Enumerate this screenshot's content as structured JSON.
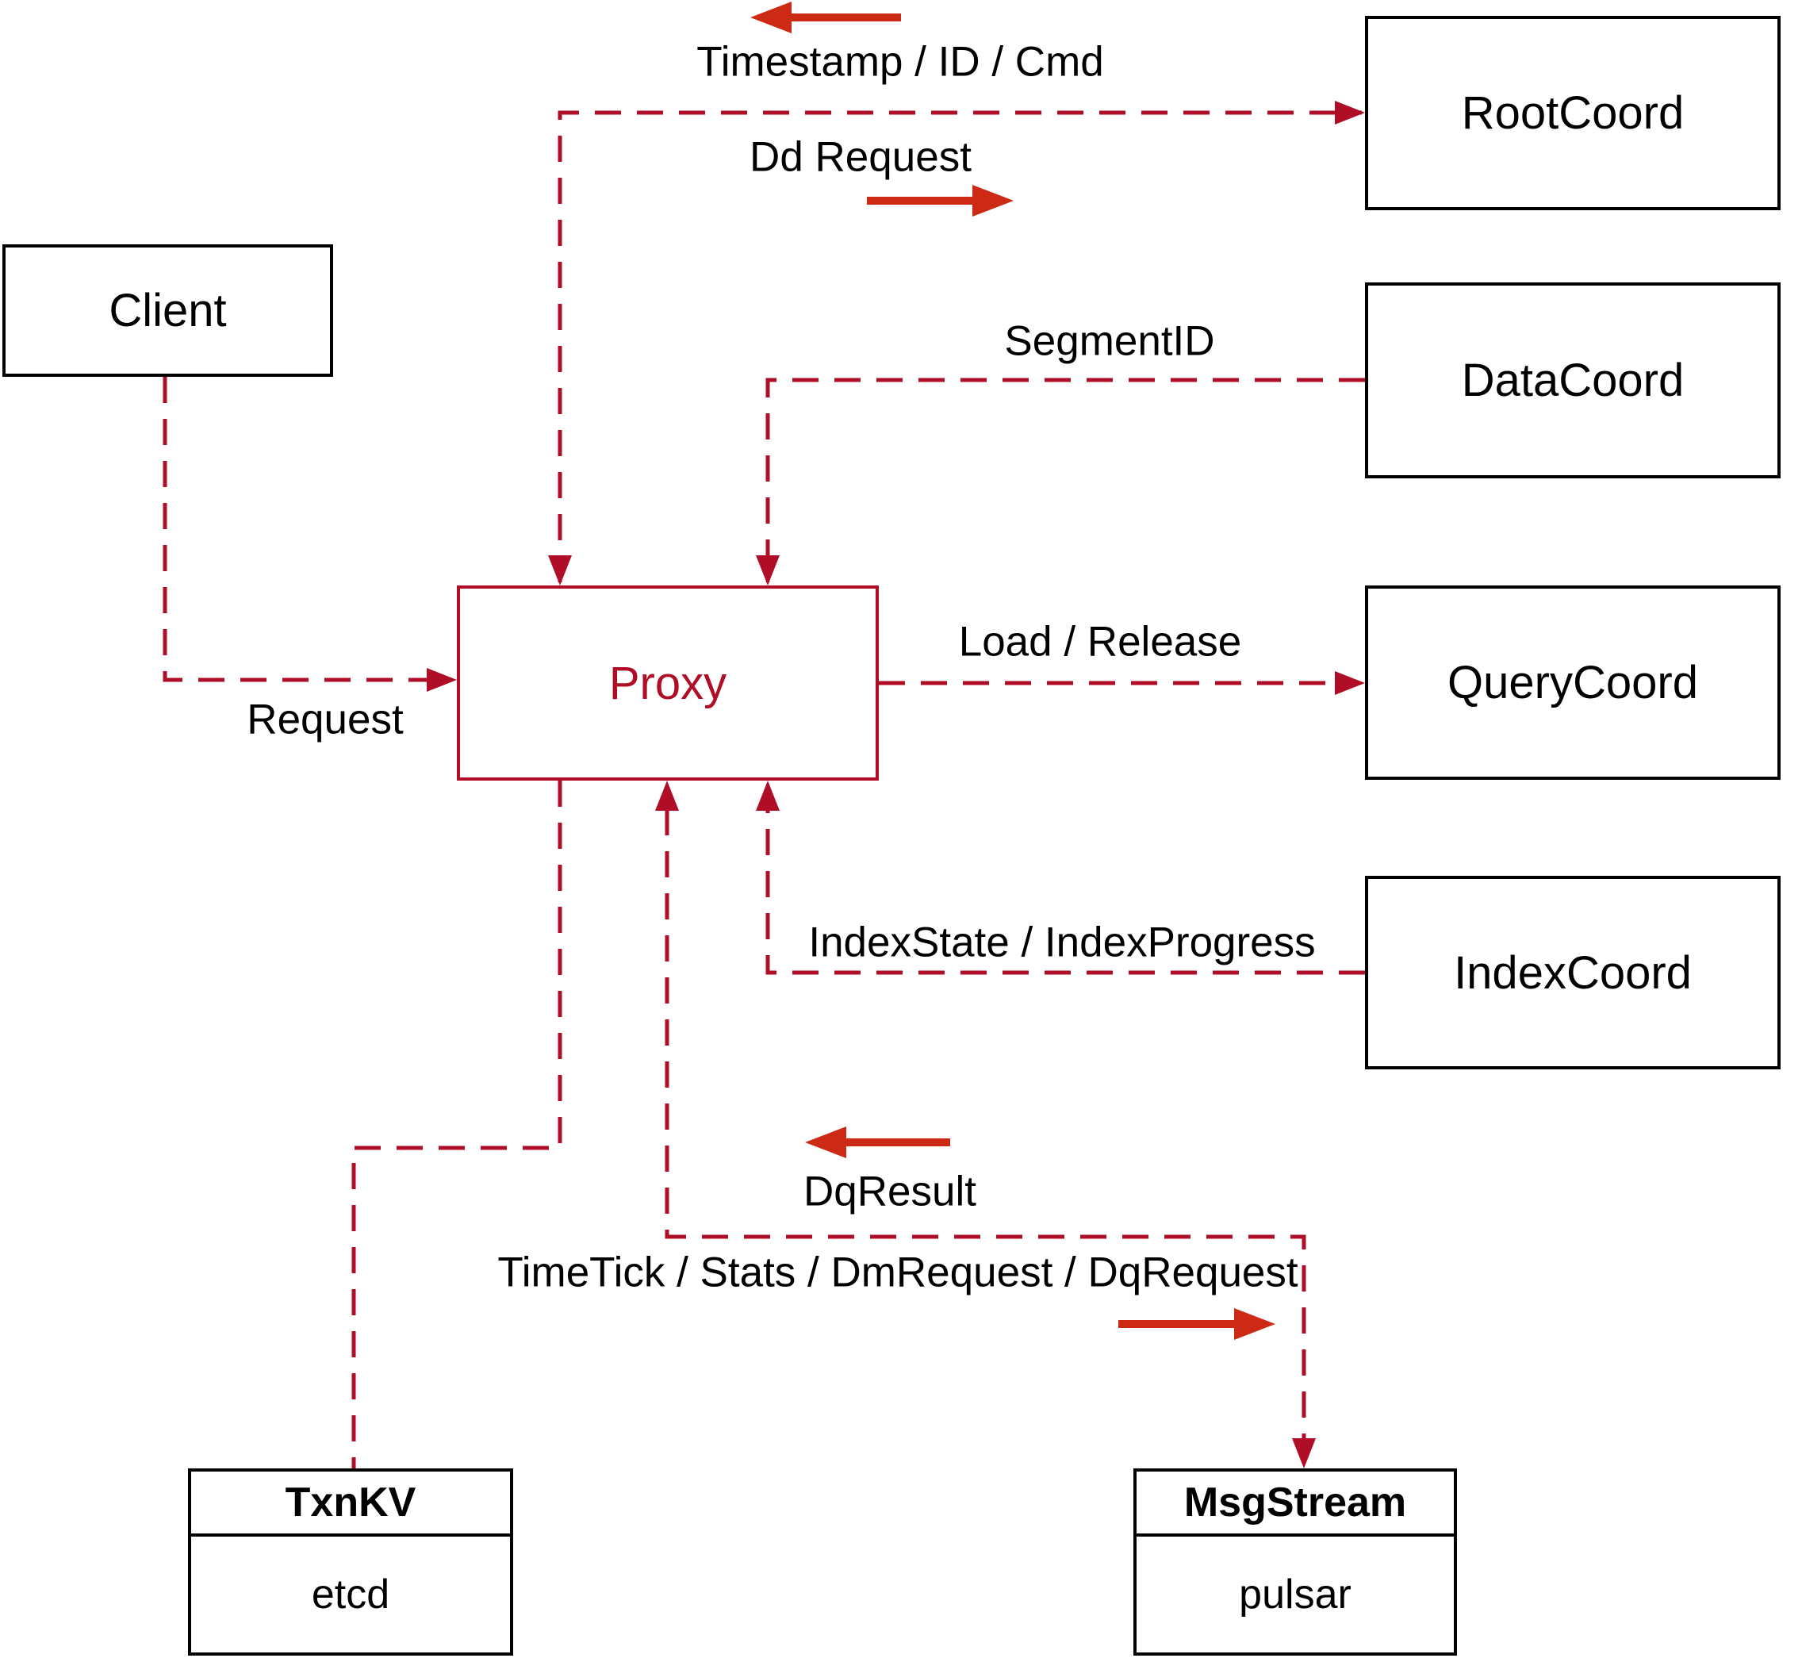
{
  "nodes": {
    "client": {
      "label": "Client"
    },
    "proxy": {
      "label": "Proxy"
    },
    "rootcoord": {
      "label": "RootCoord"
    },
    "datacoord": {
      "label": "DataCoord"
    },
    "querycoord": {
      "label": "QueryCoord"
    },
    "indexcoord": {
      "label": "IndexCoord"
    },
    "txnkv": {
      "title": "TxnKV",
      "subtitle": "etcd"
    },
    "msgstream": {
      "title": "MsgStream",
      "subtitle": "pulsar"
    }
  },
  "edge_labels": {
    "timestamp": "Timestamp / ID / Cmd",
    "dd_request": "Dd Request",
    "segment_id": "SegmentID",
    "load_release": "Load / Release",
    "index_state": "IndexState / IndexProgress",
    "request": "Request",
    "dq_result": "DqResult",
    "time_tick": "TimeTick / Stats / DmRequest / DqRequest"
  },
  "icons": {
    "flow_left_arrow": "thick-left-arrow",
    "flow_right_arrow": "thick-right-arrow"
  },
  "colors": {
    "line_red": "#b00d26",
    "arrow_red": "#cc2a14",
    "box_border": "#000000",
    "text": "#000000",
    "background": "#ffffff"
  }
}
